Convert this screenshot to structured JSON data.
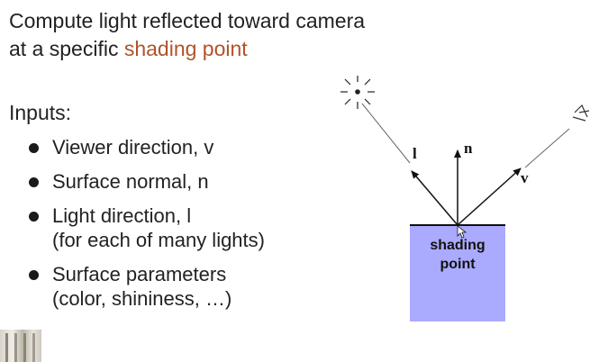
{
  "slide": {
    "title_line1": "Compute light reflected toward camera",
    "title_line2_prefix": "at a specific ",
    "title_line2_highlight": "shading point",
    "inputs_label": "Inputs:",
    "bullets": [
      {
        "line1": "Viewer direction, v",
        "line2": ""
      },
      {
        "line1": "Surface normal, n",
        "line2": ""
      },
      {
        "line1": "Light direction, l",
        "line2": "(for each of many lights)"
      },
      {
        "line1": "Surface parameters",
        "line2": "(color, shininess, …)"
      }
    ]
  },
  "diagram": {
    "label_l": "l",
    "label_n": "n",
    "label_v": "v",
    "box_label_line1": "shading",
    "box_label_line2": "point",
    "box_color": "#aaaaff",
    "accent_color": "#b0532a"
  }
}
